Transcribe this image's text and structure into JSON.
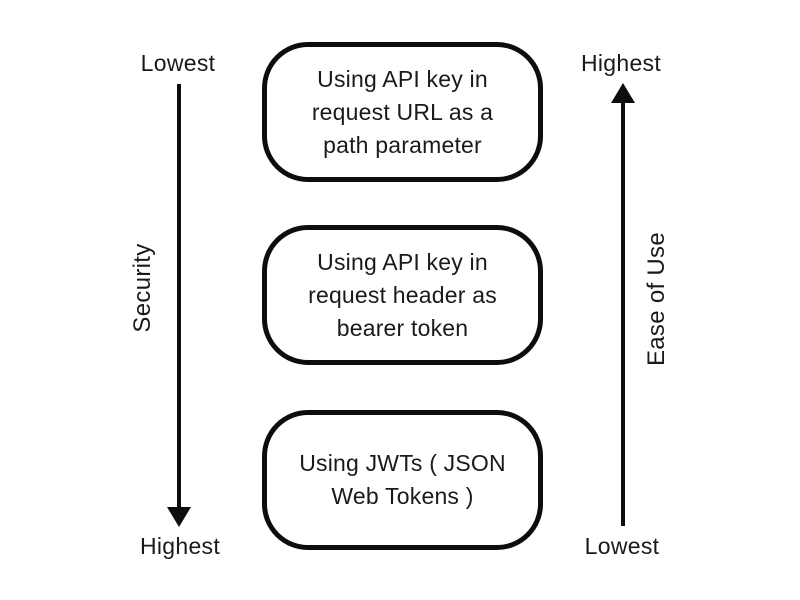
{
  "diagram": {
    "background": "#ffffff",
    "stroke_color": "#0d0d0d",
    "text_color": "#1a1a1a",
    "left_axis": {
      "title": "Security",
      "top_label": "Lowest",
      "bottom_label": "Highest",
      "arrow_direction": "down"
    },
    "right_axis": {
      "title": "Ease of Use",
      "top_label": "Highest",
      "bottom_label": "Lowest",
      "arrow_direction": "up"
    },
    "nodes": [
      {
        "lines": [
          "Using API key in",
          "request URL as a",
          "path parameter"
        ]
      },
      {
        "lines": [
          "Using API key in",
          "request header as",
          "bearer token"
        ]
      },
      {
        "lines": [
          "Using JWTs ( JSON",
          "Web Tokens )"
        ]
      }
    ]
  }
}
